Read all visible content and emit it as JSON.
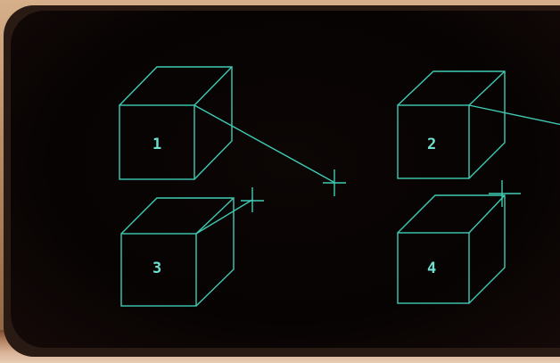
{
  "display": {
    "phosphor_color": "#3fcbb3",
    "label_color": "#6fe0cf",
    "screen_color": "#0a0504"
  },
  "cubes": [
    {
      "label": "1",
      "connected_to_cursor": true
    },
    {
      "label": "2",
      "connected_to_cursor": true
    },
    {
      "label": "3",
      "connected_to_cursor": true
    },
    {
      "label": "4",
      "connected_to_cursor": true
    }
  ],
  "cursor": {
    "shape": "crosshair"
  }
}
